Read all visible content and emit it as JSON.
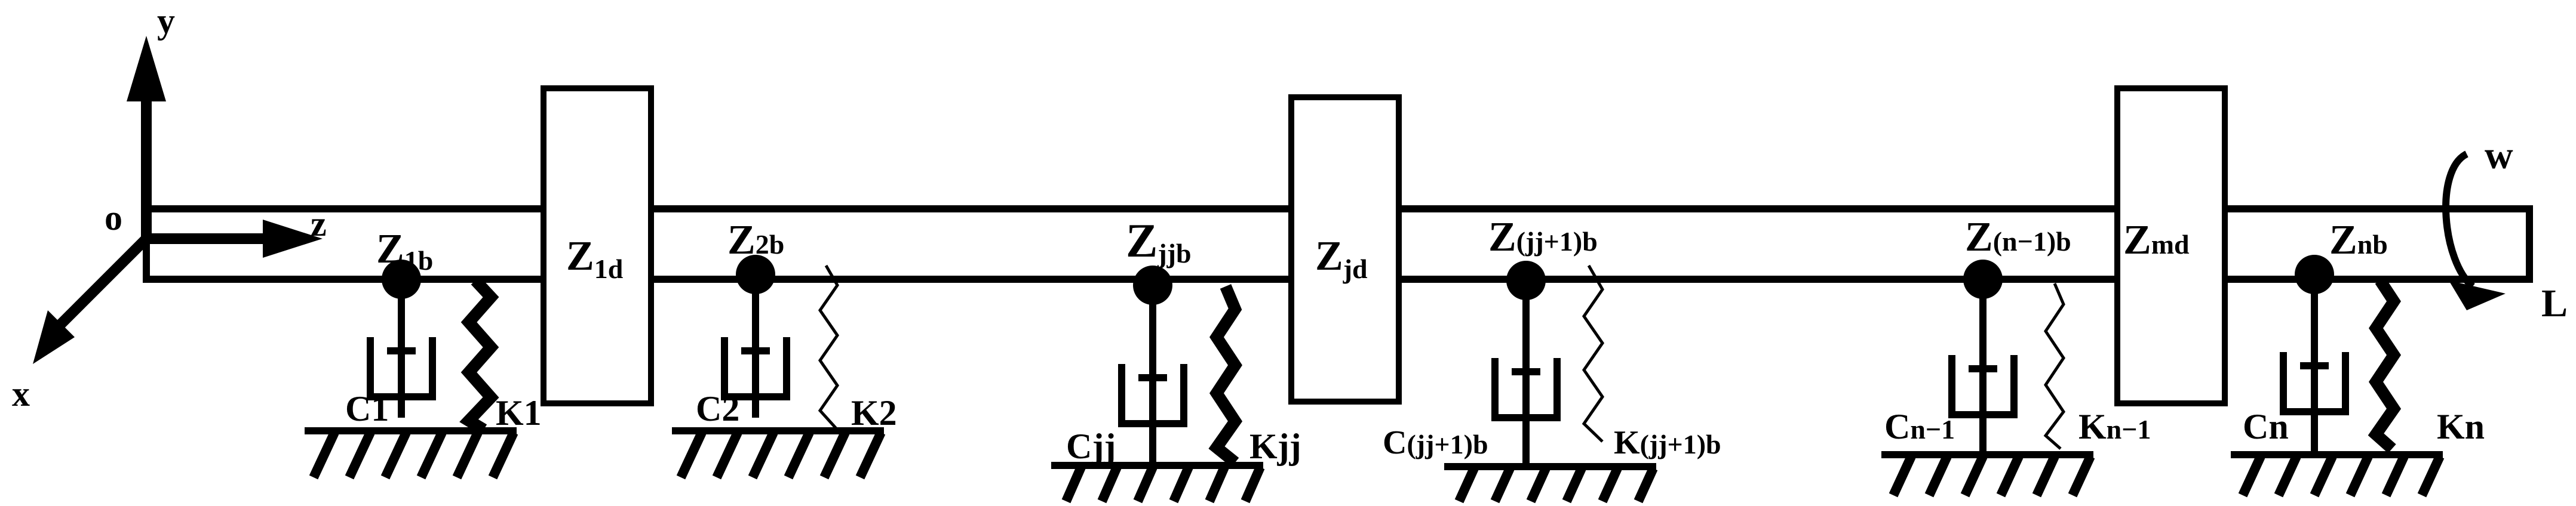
{
  "axes": {
    "y": "y",
    "z": "z",
    "x": "x",
    "origin": "o"
  },
  "shaft_end": {
    "length_label": "L",
    "rotation_label": "w"
  },
  "disks": [
    {
      "base": "Z",
      "sub": "1d"
    },
    {
      "base": "Z",
      "sub": "jd"
    },
    {
      "base": "Z",
      "sub": "md"
    }
  ],
  "bearings": [
    {
      "node": {
        "base": "Z",
        "sub": "1b"
      },
      "damper": {
        "base": "C",
        "sub": "1"
      },
      "spring": {
        "base": "K",
        "sub": "1"
      }
    },
    {
      "node": {
        "base": "Z",
        "sub": "2b"
      },
      "damper": {
        "base": "C",
        "sub": "2"
      },
      "spring": {
        "base": "K",
        "sub": "2"
      }
    },
    {
      "node": {
        "base": "Z",
        "sub": "jjb"
      },
      "damper": {
        "base": "C",
        "sub": "jj"
      },
      "spring": {
        "base": "K",
        "sub": "jj"
      }
    },
    {
      "node": {
        "base": "Z",
        "sub": "(jj+1)b"
      },
      "damper": {
        "base": "C",
        "sub": "(jj+1)b"
      },
      "spring": {
        "base": "K",
        "sub": "(jj+1)b"
      }
    },
    {
      "node": {
        "base": "Z",
        "sub": "(n−1)b"
      },
      "damper": {
        "base": "C",
        "sub": "n−1"
      },
      "spring": {
        "base": "K",
        "sub": "n−1"
      }
    },
    {
      "node": {
        "base": "Z",
        "sub": "nb"
      },
      "damper": {
        "base": "C",
        "sub": "n"
      },
      "spring": {
        "base": "K",
        "sub": "n"
      }
    }
  ]
}
